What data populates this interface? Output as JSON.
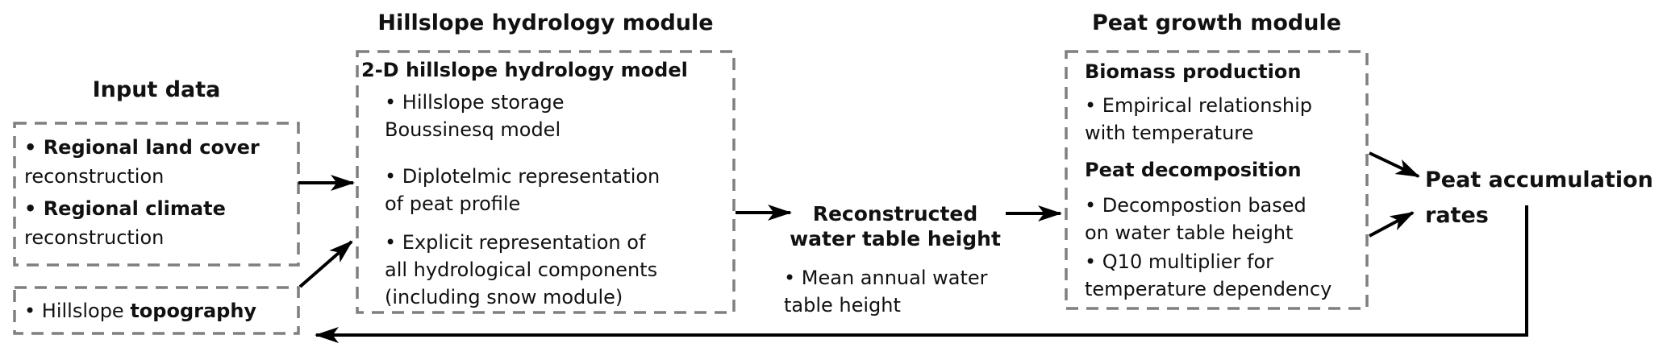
{
  "titles": {
    "input": "Input data",
    "hydrology": "Hillslope hydrology module",
    "peat": "Peat growth module"
  },
  "input_box": {
    "items": [
      {
        "bold": "• Regional land cover",
        "rest": "reconstruction"
      },
      {
        "bold": "• Regional climate",
        "rest": "reconstruction"
      }
    ]
  },
  "topography_box": {
    "prefix": "• Hillslope ",
    "bold": "topography"
  },
  "hydrology_box": {
    "header": "2-D hillslope hydrology model",
    "bullets": [
      "• Hillslope storage\nBoussinesq model",
      "• Diplotelmic representation\nof peat profile",
      "• Explicit representation of\nall hydrological components\n(including snow module)"
    ]
  },
  "water_table": {
    "label": "Reconstructed\nwater table height",
    "bullet": "• Mean annual water\ntable height"
  },
  "peat_box": {
    "sections": [
      {
        "header": "Biomass production",
        "bullets": [
          "• Empirical relationship\nwith temperature"
        ]
      },
      {
        "header": "Peat decomposition",
        "bullets": [
          "• Decompostion based\non water table height",
          "• Q10 multiplier for\ntemperature dependency"
        ]
      }
    ]
  },
  "peat_accumulation": {
    "label": "Peat accumulation\nrates"
  },
  "colors": {
    "background": "#ffffff",
    "text": "#111111",
    "box_border": "#7f7f7f",
    "arrow": "#000000"
  }
}
